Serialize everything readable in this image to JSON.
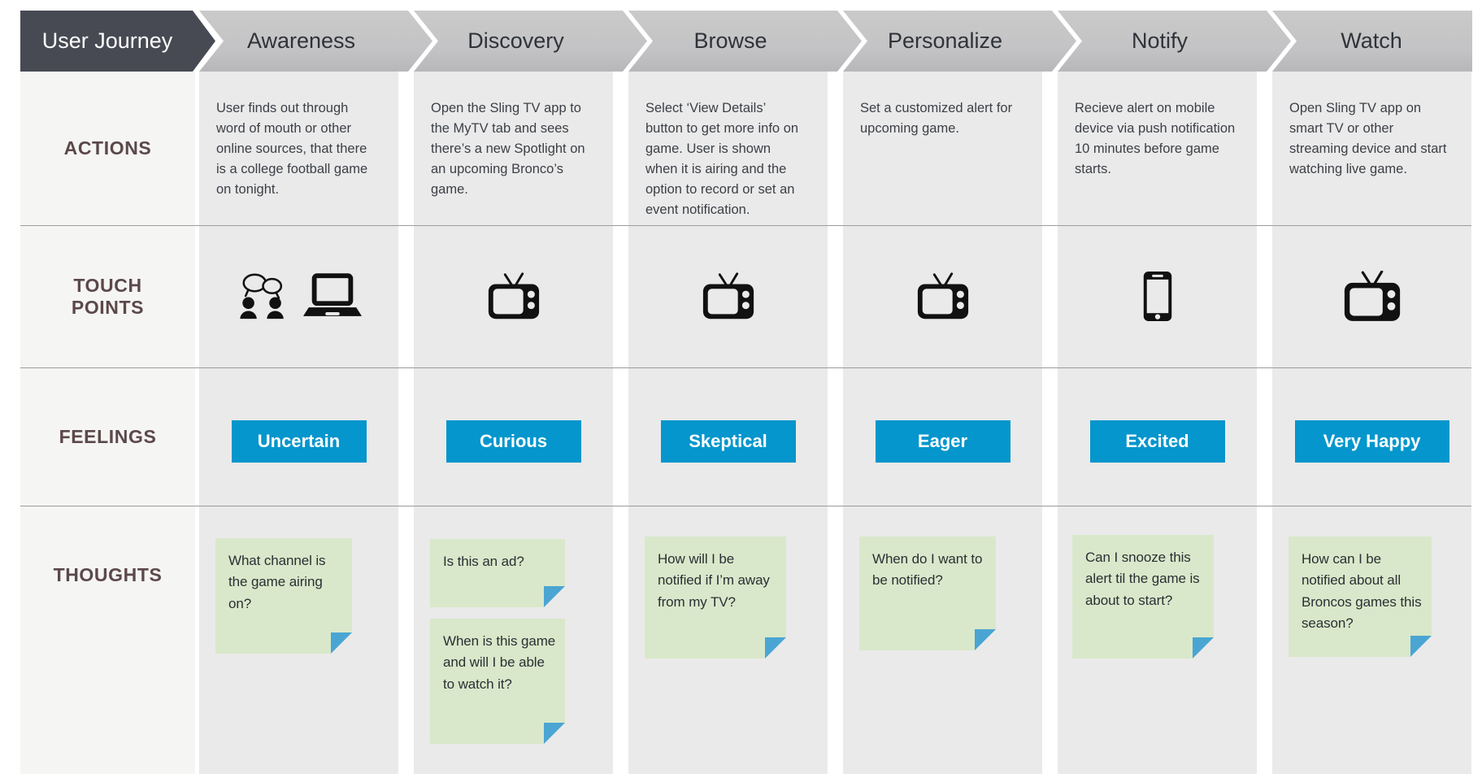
{
  "title": "User Journey",
  "row_labels": {
    "actions": "ACTIONS",
    "touchpoints": "TOUCH POINTS",
    "feelings": "FEELINGS",
    "thoughts": "THOUGHTS"
  },
  "colors": {
    "header_dark": "#474a53",
    "stage_header_gray": "#c4c4c6",
    "stage_column_bg": "#eaeaea",
    "label_column_bg": "#f5f5f3",
    "row_label_text": "#5b484b",
    "feeling_bar_blue": "#0496cc",
    "note_green": "#d9e8ca",
    "note_fold_blue": "#4aa5d3",
    "divider_gray": "#9c9c9c"
  },
  "stages": [
    {
      "name": "Awareness",
      "action": "User finds out through word of mouth or other online sources, that there is a college football game on tonight.",
      "touchpoint_icons": [
        "word-of-mouth-icon",
        "laptop-icon"
      ],
      "feeling": "Uncertain",
      "thoughts": [
        "What channel is the game airing on?"
      ]
    },
    {
      "name": "Discovery",
      "action": "Open the Sling TV app to the MyTV tab and sees there’s a new Spotlight on an upcoming Bronco’s game.",
      "touchpoint_icons": [
        "tv-icon"
      ],
      "feeling": "Curious",
      "thoughts": [
        "Is this an ad?",
        "When is this game and will I be able to watch it?"
      ]
    },
    {
      "name": "Browse",
      "action": "Select ‘View Details’ button to get more info on game. User is shown when it is airing and the option to record or set an event notification.",
      "touchpoint_icons": [
        "tv-icon"
      ],
      "feeling": "Skeptical",
      "thoughts": [
        "How will I be notified if I’m away from my TV?"
      ]
    },
    {
      "name": "Personalize",
      "action": "Set a customized alert for upcoming game.",
      "touchpoint_icons": [
        "tv-icon"
      ],
      "feeling": "Eager",
      "thoughts": [
        "When do I want to be notified?"
      ]
    },
    {
      "name": "Notify",
      "action": "Recieve alert on mobile device via push notification 10 minutes before game starts.",
      "touchpoint_icons": [
        "smartphone-icon"
      ],
      "feeling": "Excited",
      "thoughts": [
        "Can I snooze this alert til the game is about to start?"
      ]
    },
    {
      "name": "Watch",
      "action": "Open Sling TV app on smart TV or other streaming device and start watching live game.",
      "touchpoint_icons": [
        "tv-icon"
      ],
      "feeling": "Very Happy",
      "thoughts": [
        "How can I be notified about all Broncos games this season?"
      ]
    }
  ]
}
